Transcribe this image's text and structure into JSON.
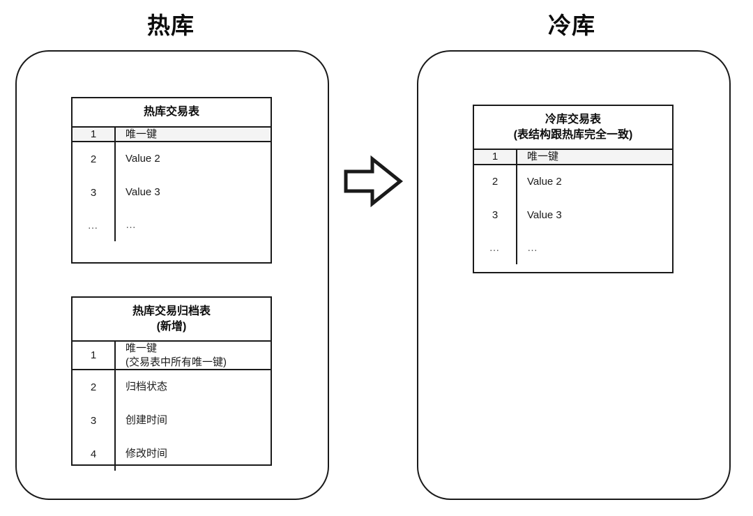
{
  "diagram": {
    "type": "flow-diagram",
    "title_left": "热库",
    "title_right": "冷库",
    "arrow": {
      "name": "right-arrow",
      "direction": "right",
      "meaning": "数据从热库归档到冷库"
    },
    "colors": {
      "stroke": "#1a1a1a",
      "background": "#ffffff",
      "row_shade": "#f4f4f4"
    }
  },
  "hot_store": {
    "label": "热库",
    "tables": [
      {
        "name": "hot-transaction-table",
        "header": "热库交易表",
        "subheader": "",
        "rows": [
          {
            "idx": "1",
            "value": "唯一键",
            "note": "",
            "shaded": true,
            "divider": true
          },
          {
            "idx": "2",
            "value": "Value 2",
            "note": "",
            "shaded": false,
            "divider": false
          },
          {
            "idx": "3",
            "value": "Value 3",
            "note": "",
            "shaded": false,
            "divider": false
          },
          {
            "idx": "…",
            "value": "…",
            "note": "",
            "shaded": false,
            "divider": false
          }
        ]
      },
      {
        "name": "hot-archive-table",
        "header": "热库交易归档表",
        "subheader": "(新增)",
        "rows": [
          {
            "idx": "1",
            "value": "唯一键",
            "note": "(交易表中所有唯一键)",
            "shaded": false,
            "divider": true
          },
          {
            "idx": "2",
            "value": "归档状态",
            "note": "",
            "shaded": false,
            "divider": false
          },
          {
            "idx": "3",
            "value": "创建时间",
            "note": "",
            "shaded": false,
            "divider": false
          },
          {
            "idx": "4",
            "value": "修改时间",
            "note": "",
            "shaded": false,
            "divider": false
          }
        ]
      }
    ]
  },
  "cold_store": {
    "label": "冷库",
    "tables": [
      {
        "name": "cold-transaction-table",
        "header": "冷库交易表",
        "subheader": "(表结构跟热库完全一致)",
        "rows": [
          {
            "idx": "1",
            "value": "唯一键",
            "note": "",
            "shaded": true,
            "divider": true
          },
          {
            "idx": "2",
            "value": "Value 2",
            "note": "",
            "shaded": false,
            "divider": false
          },
          {
            "idx": "3",
            "value": "Value 3",
            "note": "",
            "shaded": false,
            "divider": false
          },
          {
            "idx": "…",
            "value": "…",
            "note": "",
            "shaded": false,
            "divider": false
          }
        ]
      }
    ]
  }
}
